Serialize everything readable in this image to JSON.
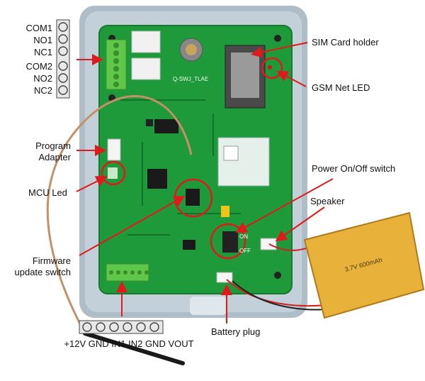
{
  "relay_terminals": [
    "COM1",
    "NO1",
    "NC1",
    "COM2",
    "NO2",
    "NC2"
  ],
  "input_terminals_label": "+12V GND IN1 IN2 GND VOUT",
  "callouts": {
    "sim_card_holder": "SIM Card holder",
    "gsm_net_led": "GSM Net LED",
    "program_adapter_line1": "Program",
    "program_adapter_line2": "Adapter",
    "mcu_led": "MCU Led",
    "power_switch": "Power On/Off switch",
    "speaker": "Speaker",
    "firmware_switch_line1": "Firmware",
    "firmware_switch_line2": "update switch",
    "battery_plug": "Battery plug"
  },
  "board_silk": {
    "model": "Q-SWJ_TLAE",
    "switch_on": "ON",
    "switch_off": "OFF"
  },
  "battery_text": "3.7V 600mAh",
  "colors": {
    "callout_red": "#e01a1a",
    "pcb_green": "#1f9a3a",
    "case_gray": "#aebdc8",
    "battery_yellow": "#e8b23a"
  }
}
